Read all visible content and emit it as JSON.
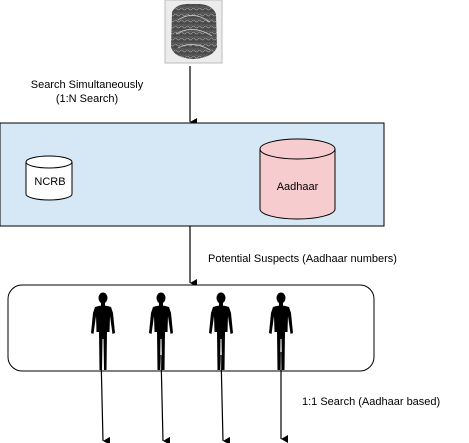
{
  "labels": {
    "search_line1": "Search Simultaneously",
    "search_line2": "(1:N Search)",
    "potential_suspects": "Potential Suspects (Aadhaar numbers)",
    "one_to_one": "1:1 Search (Aadhaar based)"
  },
  "databases": {
    "ncrb": "NCRB",
    "aadhaar": "Aadhaar"
  },
  "colors": {
    "search_band_fill": "#d6e7f5",
    "aadhaar_fill": "#f6cccf",
    "ncrb_fill": "#ffffff",
    "stroke": "#000000"
  },
  "figures": {
    "count": 4,
    "icon": "person-silhouette-icon"
  },
  "fingerprint": {
    "icon": "fingerprint-icon"
  }
}
